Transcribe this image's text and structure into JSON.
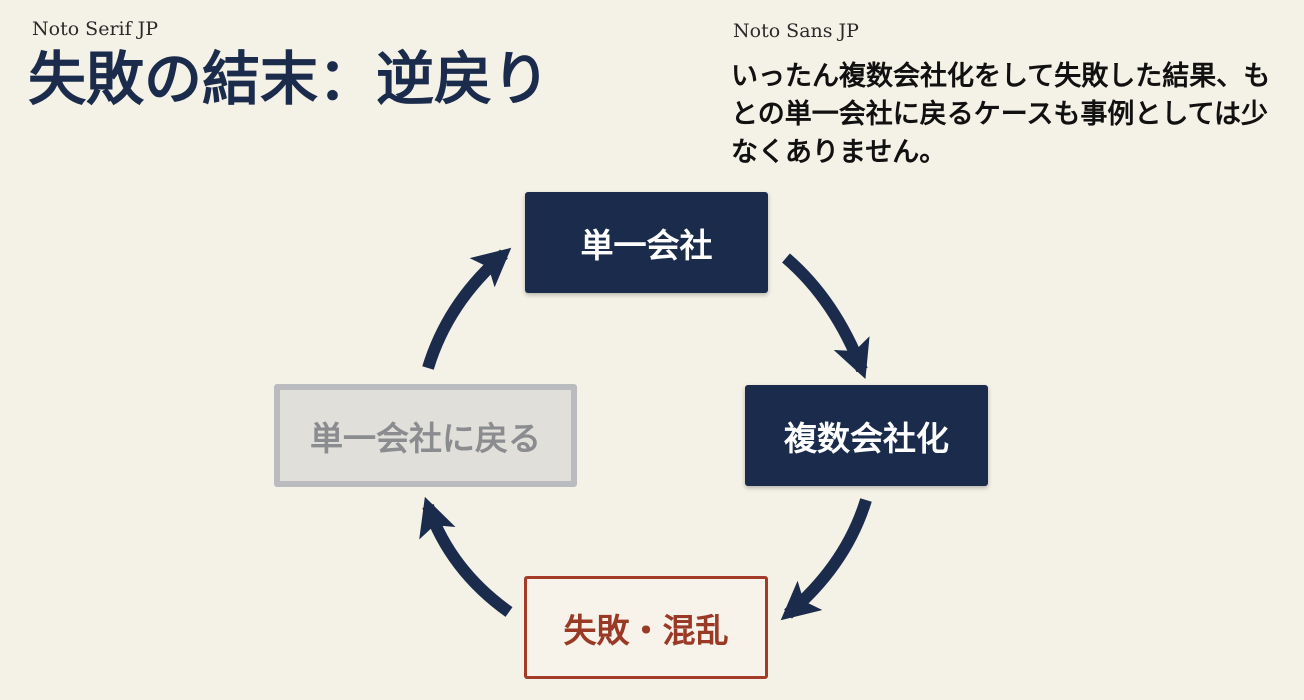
{
  "font_labels": {
    "left": "Noto Serif JP",
    "right": "Noto Sans JP"
  },
  "title": "失敗の結末：逆戻り",
  "description": "いったん複数会社化をして失敗した結果、もとの単一会社に戻るケースも事例としては少なくありません。",
  "cycle": {
    "nodes": [
      {
        "label": "単一会社"
      },
      {
        "label": "複数会社化"
      },
      {
        "label": "失敗・混乱"
      },
      {
        "label": "単一会社に戻る"
      }
    ]
  },
  "colors": {
    "navy": "#1a2b4c",
    "fail_red": "#a33b28",
    "faded_gray": "#b9bbbe",
    "background": "#f4f1e6"
  },
  "icons": {
    "arrow": "arrow-curved-icon"
  }
}
